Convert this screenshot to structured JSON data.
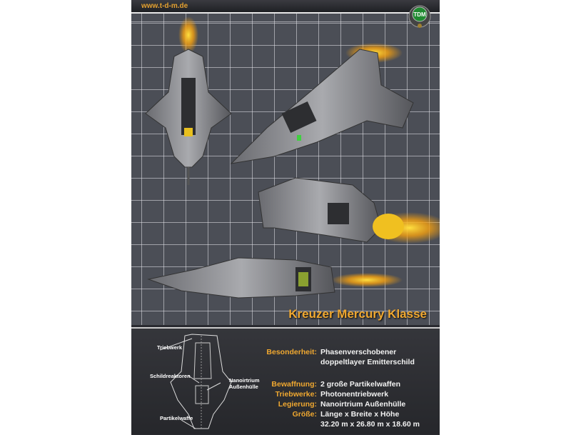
{
  "header": {
    "url": "www.t-d-m.de",
    "logo_text": "TDM"
  },
  "title": "Kreuzer Mercury Klasse",
  "diagram_labels": {
    "engine": "Triebwerk",
    "shield": "Schildreaktoren",
    "hull_1": "Nanoirtrium",
    "hull_2": "Außenhülle",
    "weapon": "Partikelwaffe"
  },
  "specs": [
    {
      "key": "Besonderheit:",
      "value": "Phasenverschobener",
      "value2": "doppeltlayer Emitterschild"
    },
    {
      "key": "Bewaffnung:",
      "value": "2 große Partikelwaffen"
    },
    {
      "key": "Triebwerke:",
      "value": "Photonentriebwerk"
    },
    {
      "key": "Legierung:",
      "value": "Nanoirtrium Außenhülle"
    },
    {
      "key": "Größe:",
      "value": "Länge x Breite x Höhe",
      "value2": "32.20 m x 26.80 m x 18.60 m"
    }
  ],
  "colors": {
    "accent": "#f0a830",
    "grid": "#4b4e56",
    "glow": "#f5c020"
  }
}
